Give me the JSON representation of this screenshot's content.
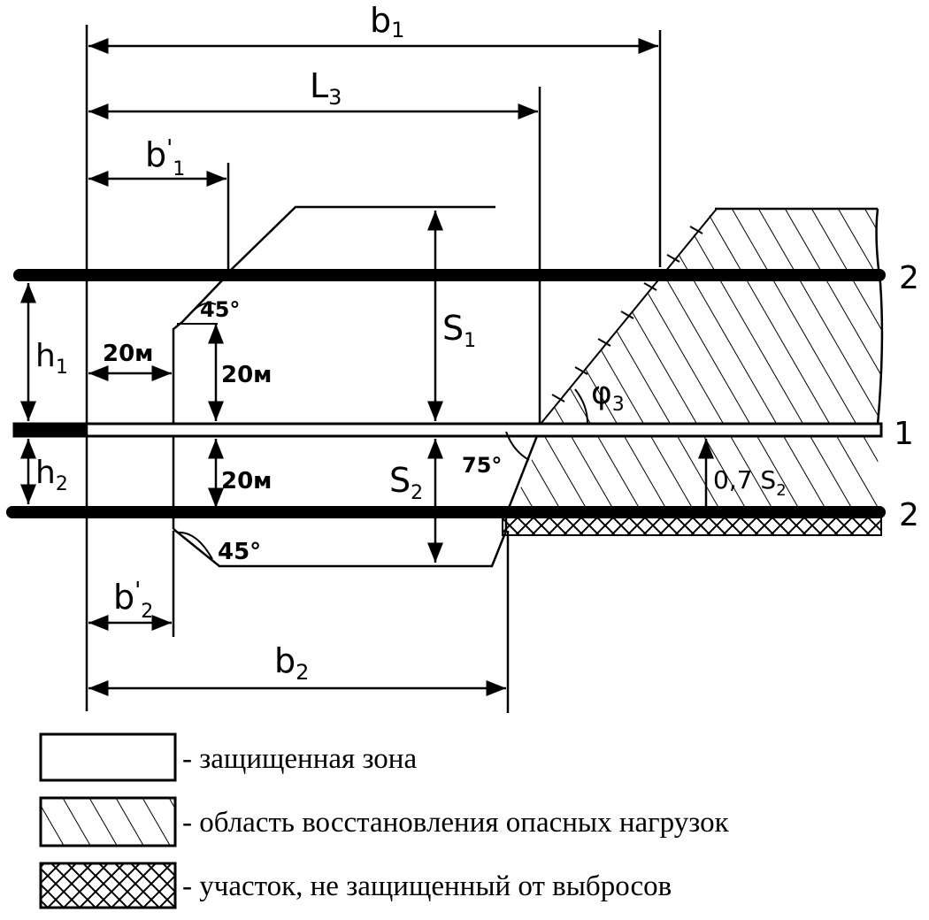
{
  "dimensions": {
    "b1": {
      "base": "b",
      "sub": "1"
    },
    "L3": {
      "base": "L",
      "sub": "3"
    },
    "b1_prime": {
      "base": "b",
      "prime": "'",
      "sub": "1"
    },
    "b2": {
      "base": "b",
      "sub": "2"
    },
    "b2_prime": {
      "base": "b",
      "prime": "'",
      "sub": "2"
    },
    "h1": {
      "base": "h",
      "sub": "1"
    },
    "h2": {
      "base": "h",
      "sub": "2"
    },
    "S1": {
      "base": "S",
      "sub": "1"
    },
    "S2": {
      "base": "S",
      "sub": "2"
    },
    "phi3": {
      "base": "φ",
      "sub": "3"
    },
    "offset_horizontal": "20м",
    "offset_upper": "20м",
    "offset_lower": "20м",
    "fraction": "0,7 S",
    "fraction_sub": "2"
  },
  "angles": {
    "top": "45°",
    "bottom": "45°",
    "slope": "75°"
  },
  "seam_labels": {
    "top": "2",
    "middle": "1",
    "bottom": "2"
  },
  "legend": [
    {
      "pattern": "none",
      "text": "- защищенная зона"
    },
    {
      "pattern": "hatch",
      "text": "- область восстановления опасных нагрузок"
    },
    {
      "pattern": "crosshatch",
      "text": "- участок, не защищенный от выбросов"
    }
  ]
}
